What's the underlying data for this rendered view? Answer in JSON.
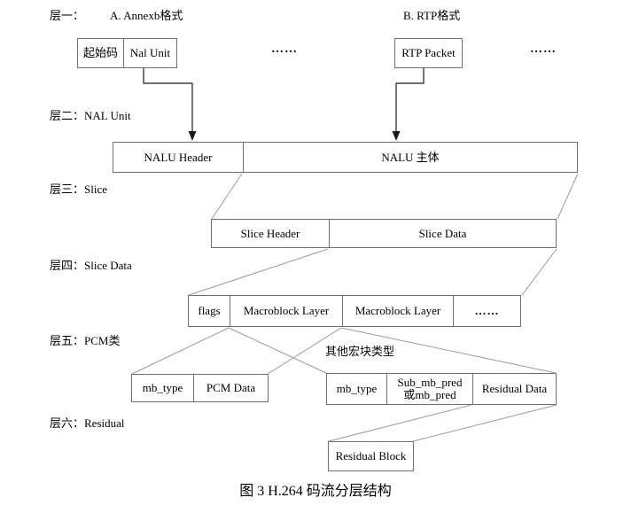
{
  "figure": {
    "caption": "图 3 H.264 码流分层结构"
  },
  "labels": {
    "layer1": "层一：",
    "format_a": "A. Annexb格式",
    "format_b": "B. RTP格式",
    "layer2": "层二：NAL Unit",
    "layer3": "层三：Slice",
    "layer4": "层四：Slice Data",
    "layer5": "层五：PCM类",
    "layer6": "层六：Residual",
    "other_mb_note": "其他宏块类型"
  },
  "boxes": {
    "annexb": [
      "起始码",
      "Nal Unit"
    ],
    "annexb_ellipsis": "……",
    "rtp": [
      "RTP Packet"
    ],
    "rtp_ellipsis": "……",
    "nalu": [
      "NALU Header",
      "NALU 主体"
    ],
    "slice": [
      "Slice Header",
      "Slice Data"
    ],
    "slice_data": [
      "flags",
      "Macroblock Layer",
      "Macroblock Layer",
      "……"
    ],
    "pcm": [
      "mb_type",
      "PCM Data"
    ],
    "other_mb": [
      "mb_type",
      "Sub_mb_pred\n或mb_pred",
      "Residual Data"
    ],
    "residual": [
      "Residual Block"
    ]
  },
  "colors": {
    "background": "#ffffff",
    "text": "#000000",
    "box_border": "#6e6e6e",
    "arrow_line": "#1a1a1a",
    "diagonal_line": "#9a9a9a"
  }
}
